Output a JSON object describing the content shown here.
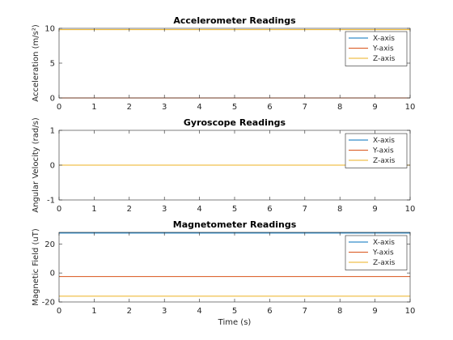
{
  "chart_data": [
    {
      "type": "line",
      "title": "Accelerometer Readings",
      "xlabel": "",
      "ylabel": "Acceleration (m/s²)",
      "xlim": [
        0,
        10
      ],
      "ylim": [
        0,
        10
      ],
      "xticks": [
        0,
        1,
        2,
        3,
        4,
        5,
        6,
        7,
        8,
        9,
        10
      ],
      "yticks": [
        0,
        5,
        10
      ],
      "legend_position": "top-right",
      "series": [
        {
          "name": "X-axis",
          "color": "#0072BD",
          "x": [
            0,
            10
          ],
          "y": [
            0,
            0
          ]
        },
        {
          "name": "Y-axis",
          "color": "#D95319",
          "x": [
            0,
            10
          ],
          "y": [
            0,
            0
          ]
        },
        {
          "name": "Z-axis",
          "color": "#EDB120",
          "x": [
            0,
            10
          ],
          "y": [
            9.81,
            9.81
          ]
        }
      ]
    },
    {
      "type": "line",
      "title": "Gyroscope Readings",
      "xlabel": "",
      "ylabel": "Angular Velocity (rad/s)",
      "xlim": [
        0,
        10
      ],
      "ylim": [
        -1,
        1
      ],
      "xticks": [
        0,
        1,
        2,
        3,
        4,
        5,
        6,
        7,
        8,
        9,
        10
      ],
      "yticks": [
        -1,
        0,
        1
      ],
      "legend_position": "top-right",
      "series": [
        {
          "name": "X-axis",
          "color": "#0072BD",
          "x": [
            0,
            10
          ],
          "y": [
            0,
            0
          ]
        },
        {
          "name": "Y-axis",
          "color": "#D95319",
          "x": [
            0,
            10
          ],
          "y": [
            0,
            0
          ]
        },
        {
          "name": "Z-axis",
          "color": "#EDB120",
          "x": [
            0,
            10
          ],
          "y": [
            0,
            0
          ]
        }
      ]
    },
    {
      "type": "line",
      "title": "Magnetometer Readings",
      "xlabel": "Time (s)",
      "ylabel": "Magnetic Field (uT)",
      "xlim": [
        0,
        10
      ],
      "ylim": [
        -20,
        28
      ],
      "xticks": [
        0,
        1,
        2,
        3,
        4,
        5,
        6,
        7,
        8,
        9,
        10
      ],
      "yticks": [
        -20,
        0,
        20
      ],
      "legend_position": "top-right",
      "series": [
        {
          "name": "X-axis",
          "color": "#0072BD",
          "x": [
            0,
            10
          ],
          "y": [
            27.5,
            27.5
          ]
        },
        {
          "name": "Y-axis",
          "color": "#D95319",
          "x": [
            0,
            10
          ],
          "y": [
            -2.5,
            -2.5
          ]
        },
        {
          "name": "Z-axis",
          "color": "#EDB120",
          "x": [
            0,
            10
          ],
          "y": [
            -16,
            -16
          ]
        }
      ]
    }
  ]
}
